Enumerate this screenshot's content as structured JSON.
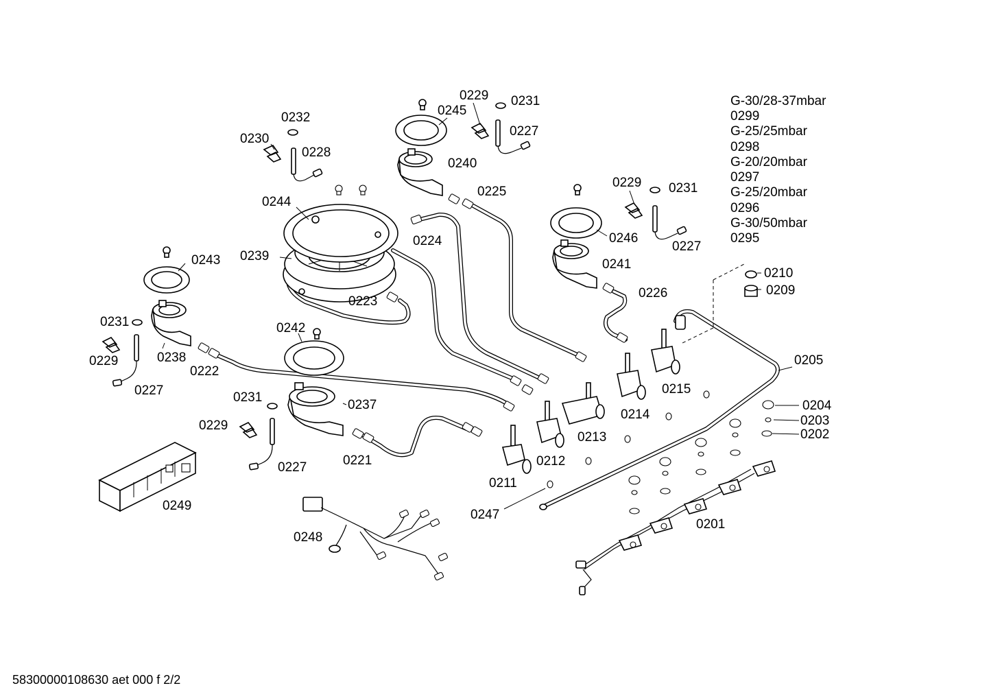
{
  "gas_table": [
    "G-30/28-37mbar",
    "0299",
    "G-25/25mbar",
    "0298",
    "G-20/20mbar",
    "0297",
    "G-25/20mbar",
    "0296",
    "G-30/50mbar",
    "0295"
  ],
  "callouts": {
    "c0229_top": "0229",
    "c0231_top": "0231",
    "c0245": "0245",
    "c0227_top": "0227",
    "c0232": "0232",
    "c0230": "0230",
    "c0228": "0228",
    "c0240": "0240",
    "c0225": "0225",
    "c0244": "0244",
    "c0224": "0224",
    "c0229_r": "0229",
    "c0231_r": "0231",
    "c0246": "0246",
    "c0227_r": "0227",
    "c0241": "0241",
    "c0243": "0243",
    "c0239": "0239",
    "c0223": "0223",
    "c0226": "0226",
    "c0210": "0210",
    "c0209": "0209",
    "c0231_l": "0231",
    "c0229_l": "0229",
    "c0238": "0238",
    "c0222": "0222",
    "c0227_l": "0227",
    "c0242": "0242",
    "c0205": "0205",
    "c0215": "0215",
    "c0214": "0214",
    "c0237": "0237",
    "c0231_m": "0231",
    "c0229_m": "0229",
    "c0213": "0213",
    "c0204": "0204",
    "c0203": "0203",
    "c0202": "0202",
    "c0221": "0221",
    "c0212": "0212",
    "c0227_m": "0227",
    "c0211": "0211",
    "c0249": "0249",
    "c0247": "0247",
    "c0201": "0201",
    "c0248": "0248"
  },
  "footer": "58300000108630 aet 000 f 2/2"
}
